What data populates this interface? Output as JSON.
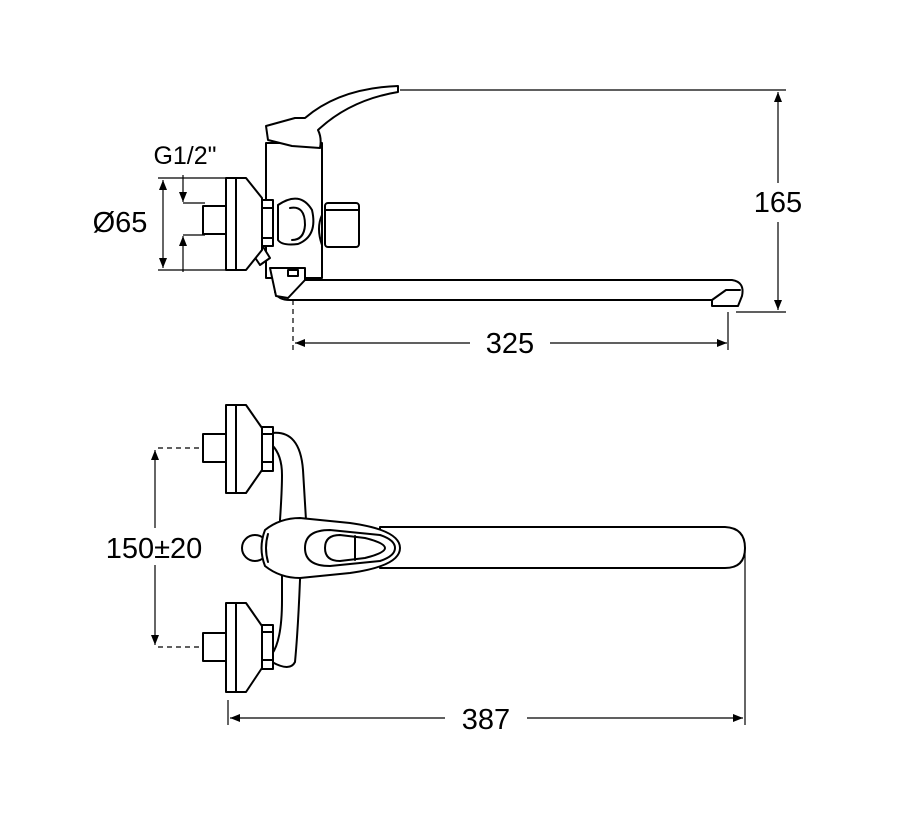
{
  "drawing": {
    "side_view": {
      "height_label": "165",
      "spout_reach_label": "325",
      "flange_diameter_label": "Ø65",
      "thread_label": "G1/2\""
    },
    "top_view": {
      "center_distance_label": "150±20",
      "overall_length_label": "387"
    }
  }
}
